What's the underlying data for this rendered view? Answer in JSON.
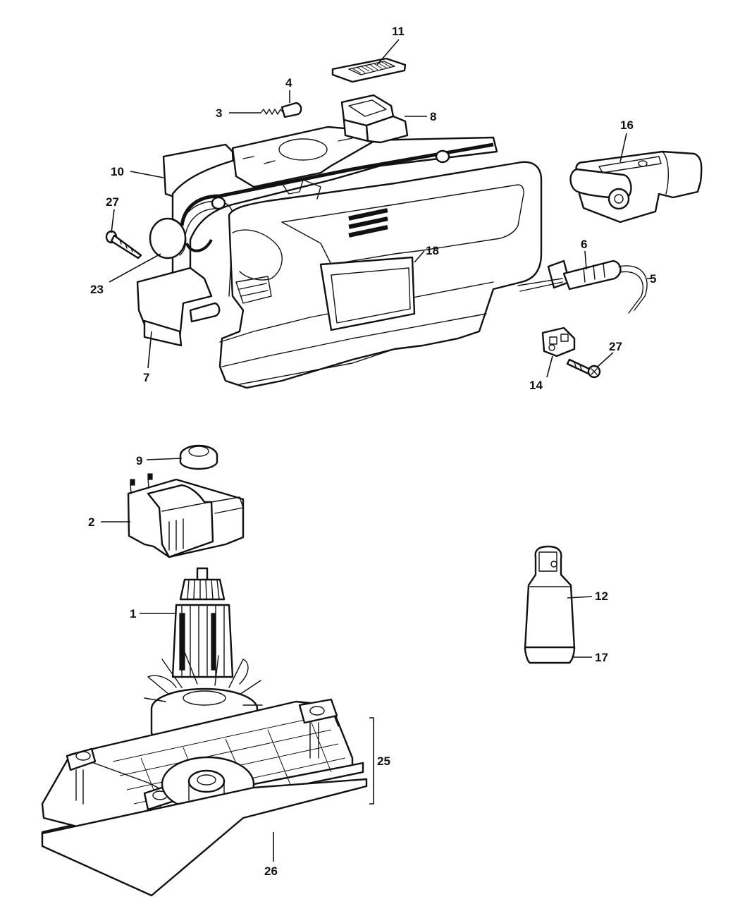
{
  "callouts": {
    "p1": "1",
    "p2": "2",
    "p3": "3",
    "p4": "4",
    "p5": "5",
    "p6": "6",
    "p7": "7",
    "p8": "8",
    "p9": "9",
    "p10": "10",
    "p11": "11",
    "p12": "12",
    "p14": "14",
    "p16": "16",
    "p17": "17",
    "p18": "18",
    "p23": "23",
    "p25": "25",
    "p26": "26",
    "p27a": "27",
    "p27b": "27"
  },
  "colors": {
    "ink": "#111111",
    "paper": "#ffffff"
  }
}
